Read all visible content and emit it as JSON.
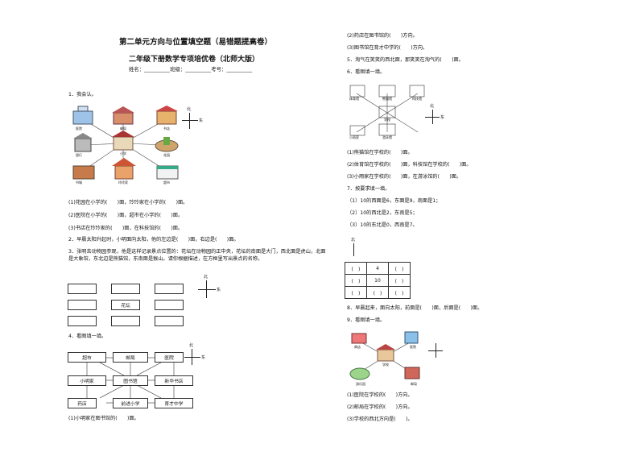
{
  "header": {
    "title": "第二单元方向与位置填空题（易错题提高卷）",
    "subtitle": "二年级下册数学专项培优卷（北师大版）",
    "fields": "姓名：__________班级：__________考号：__________"
  },
  "compass": {
    "north": "北",
    "east": "东"
  },
  "q1": {
    "heading": "1．我会认。",
    "labels": {
      "hospital": "医院",
      "post": "邮局",
      "bookstore": "书店",
      "bank": "银行",
      "school": "小学",
      "garden": "花园",
      "mall": "书城",
      "library": "玲玲家",
      "tech": "超市"
    },
    "lines": [
      "(1)花园在小学的(　　)面，玲玲家在小学的(　　)面。",
      "(2)医院在小学的(　　)面，超市在小学的(　　)面。",
      "(3)书店在玲玲家的(　　)面，在科技馆的(　　)面。"
    ]
  },
  "q2": {
    "text": "2．早晨太阳升起时，小明面向太阳，他的左边是(　　)面，右边是(　　)面。"
  },
  "q3": {
    "text": "3．张明去动物园参观，他是这样记录景点位置的：花坛在动物园的正中央，花坛的南面是大门，西北面是虎山，北面是大象馆，东北边是熊猫馆，东南面是猴山。请你根据描述，在方框里写出景点的名称。",
    "center": "花坛"
  },
  "q4": {
    "heading": "4．看图填一填。",
    "boxes": [
      "超市",
      "邮局",
      "医院",
      "小明家",
      "图书馆",
      "新华书店",
      "药店",
      "前进小学",
      "育才中学"
    ],
    "line1": "(1)小明家在图书馆的(　　)面。",
    "line2": "(2)药店在图书馆的(　　)方向。",
    "line3": "(3)图书馆在育才中学的(　　)方向。"
  },
  "q5": {
    "text": "5．淘气在笑笑的西北面，那笑笑在淘气的(　　)面。"
  },
  "q6": {
    "heading": "6．看图填一填。",
    "labels": [
      "体育馆",
      "熊猫馆",
      "科技馆",
      "小雨家",
      "学校",
      "游泳馆"
    ],
    "lines": [
      "(1)熊猫馆在学校的(　　)面。",
      "(2)体育馆在学校的(　　)面，科技馆在学校的(　　)面。",
      "(3)小雨家在学校的(　　)面，在游泳馆的(　　)面。"
    ]
  },
  "q7": {
    "heading": "7．按要求填一填。",
    "lines": [
      "（1）10的西面是6，东面是9，南面是1；",
      "（2）10的西北是2，东南是5；",
      "（3）10的东北是0，西南是7。"
    ],
    "grid": [
      [
        "(　)",
        "4",
        "(　)"
      ],
      [
        "(　)",
        "10",
        "(　)"
      ],
      [
        "(　)",
        "(　)",
        "(　)"
      ]
    ]
  },
  "q8": {
    "text": "8．早晨起来，面向太阳，前面是(　　)面，后面是(　　)面。"
  },
  "q9": {
    "heading": "9．看图填一填。",
    "labels": [
      "商店",
      "医院",
      "学校",
      "游乐园",
      "邮局"
    ],
    "lines": [
      "(1)医院在学校的(　　)方向。",
      "(2)邮局在学校的(　　)方向。",
      "(3)学校的西北方向是(　　)。"
    ]
  }
}
